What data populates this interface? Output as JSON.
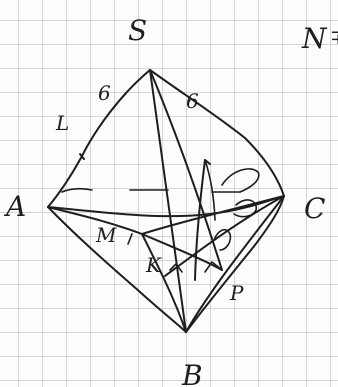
{
  "labels": {
    "S": "S",
    "A": "A",
    "B": "B",
    "C": "C",
    "problem_number": "N",
    "L": "L",
    "M": "M",
    "K": "K",
    "P": "P",
    "edge_SA_length": "6",
    "edge_SC_length": "6"
  },
  "colors": {
    "ink": "#1e1e1e",
    "grid": "#d6d6d6",
    "paper": "#fdfdfd"
  }
}
